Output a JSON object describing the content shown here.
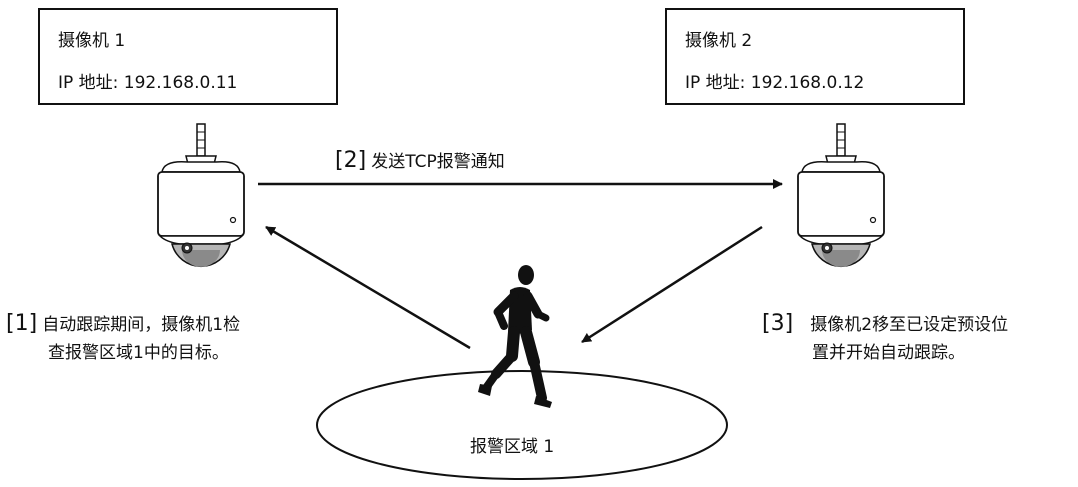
{
  "camera1": {
    "name": "摄像机 1",
    "ip": "IP 地址: 192.168.0.11"
  },
  "camera2": {
    "name": "摄像机 2",
    "ip": "IP 地址: 192.168.0.12"
  },
  "step2": {
    "num": "[2]",
    "text": "发送TCP报警通知"
  },
  "step1": {
    "num": "[1]",
    "line1": "自动跟踪期间，摄像机1检",
    "line2": "查报警区域1中的目标。"
  },
  "step3": {
    "num": "[3]",
    "line1": "摄像机2移至已设定预设位",
    "line2": "置并开始自动跟踪。"
  },
  "area": {
    "label": "报警区域 1"
  }
}
